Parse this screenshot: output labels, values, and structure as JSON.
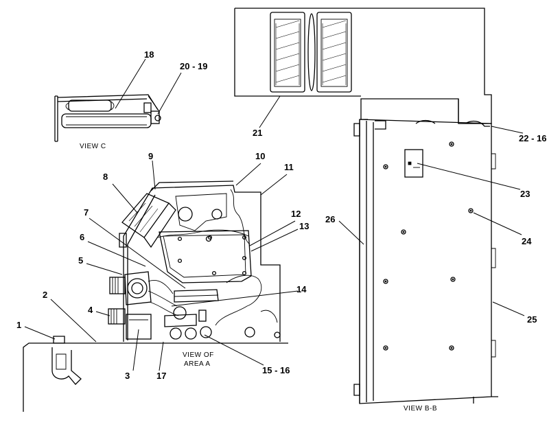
{
  "diagram": {
    "view_labels": {
      "view_c": "VIEW  C",
      "view_of_area_a_line1": "VIEW  OF",
      "view_of_area_a_line2": "AREA  A",
      "view_b_b": "VIEW  B-B"
    },
    "callouts": {
      "c1": "1",
      "c2": "2",
      "c3": "3",
      "c4": "4",
      "c5": "5",
      "c6": "6",
      "c7": "7",
      "c8": "8",
      "c9": "9",
      "c10": "10",
      "c11": "11",
      "c12": "12",
      "c13": "13",
      "c14": "14",
      "c15_16": "15 - 16",
      "c17": "17",
      "c18": "18",
      "c20_19": "20 - 19",
      "c21": "21",
      "c22_16": "22 - 16",
      "c23": "23",
      "c24": "24",
      "c25": "25",
      "c26": "26"
    }
  }
}
